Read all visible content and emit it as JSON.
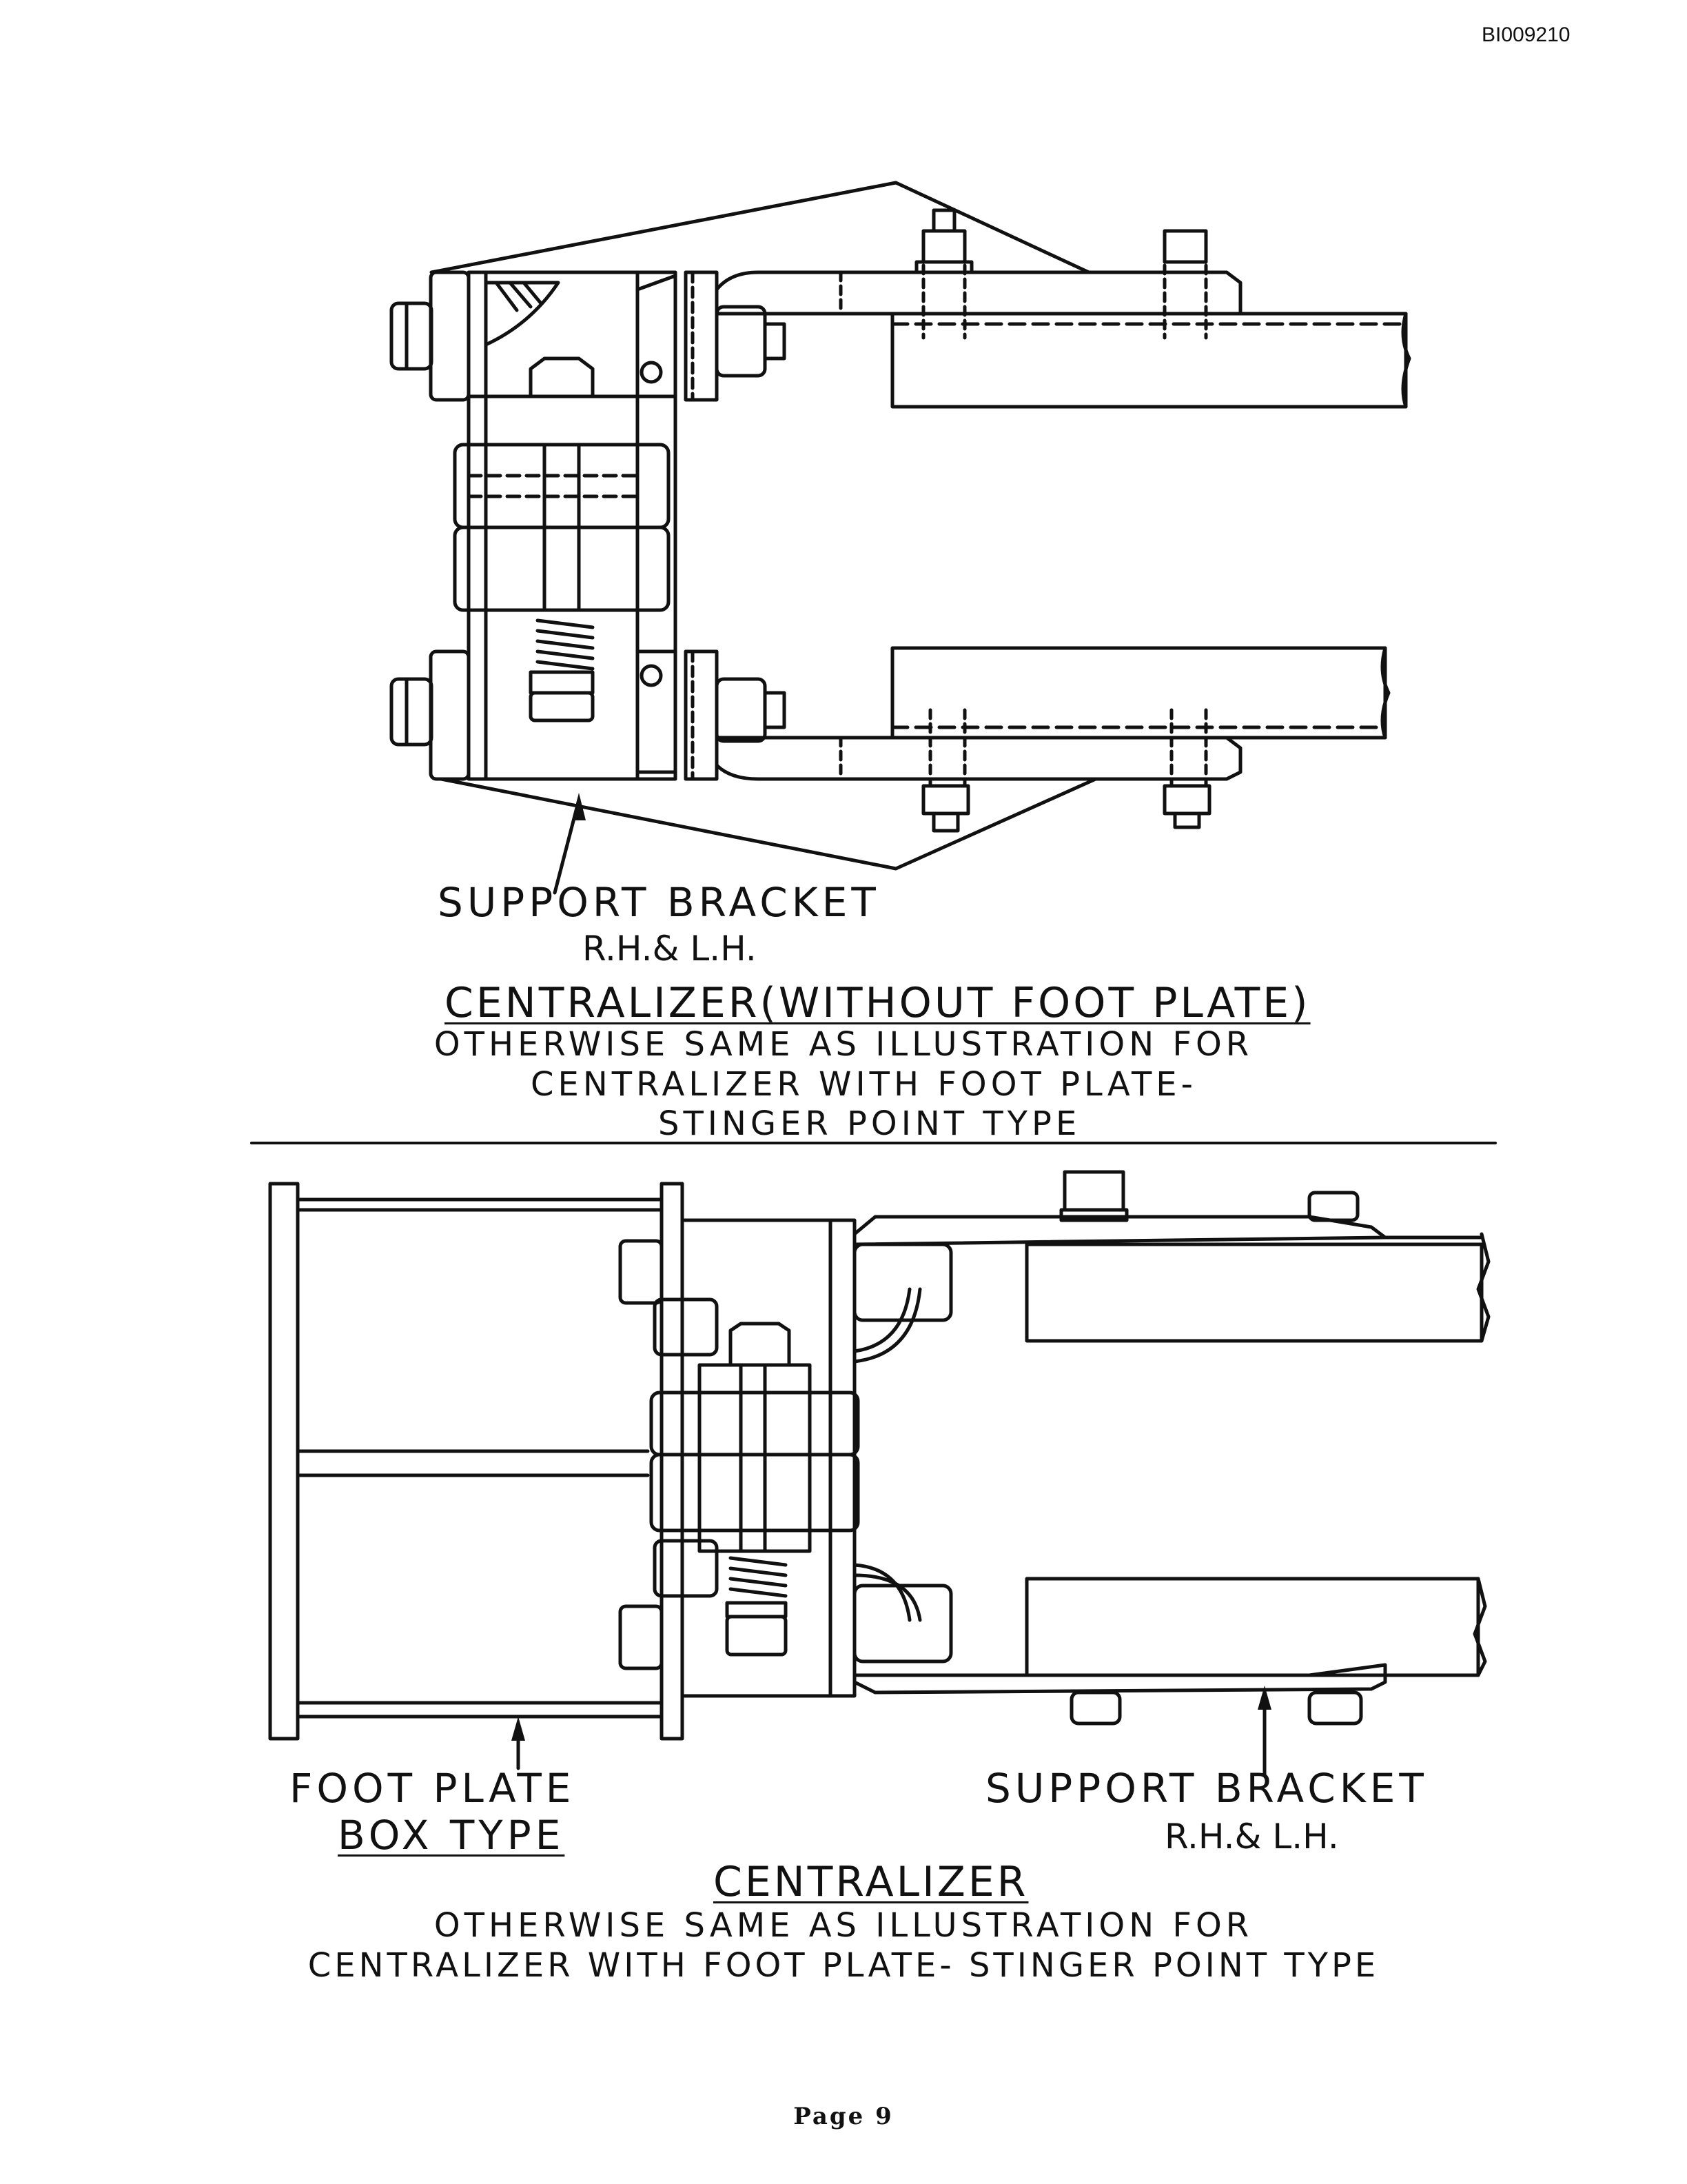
{
  "document": {
    "id": "BI009210",
    "page_label": "Page 9"
  },
  "top_figure": {
    "callout_line1": "SUPPORT BRACKET",
    "callout_line2": "R.H.& L.H.",
    "title": "CENTRALIZER(WITHOUT FOOT PLATE)",
    "note_line1": "OTHERWISE SAME AS ILLUSTRATION FOR",
    "note_line2": "CENTRALIZER WITH FOOT PLATE-",
    "note_line3": "STINGER POINT TYPE"
  },
  "bottom_figure": {
    "left_callout_line1": "FOOT PLATE",
    "left_callout_line2": "BOX TYPE",
    "right_callout_line1": "SUPPORT BRACKET",
    "right_callout_line2": "R.H.& L.H.",
    "title": "CENTRALIZER",
    "note_line1": "OTHERWISE SAME AS ILLUSTRATION FOR",
    "note_line2": "CENTRALIZER WITH FOOT PLATE- STINGER POINT TYPE"
  }
}
